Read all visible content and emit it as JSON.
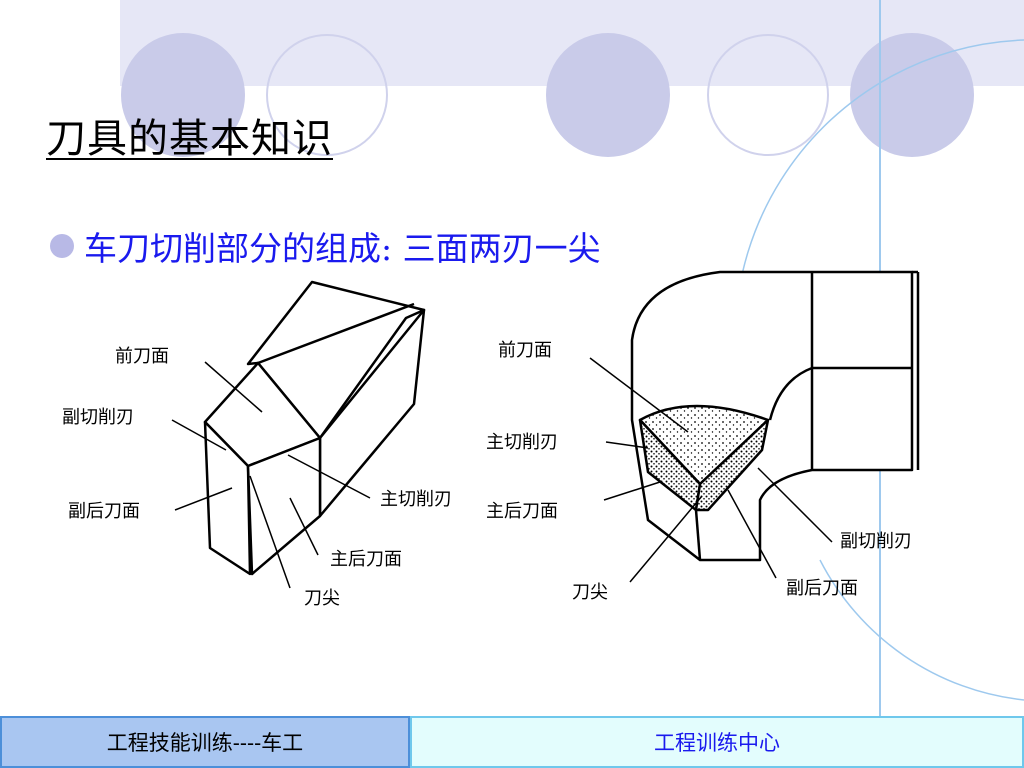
{
  "slide": {
    "title": "刀具的基本知识",
    "bullet": "车刀切削部分的组成: 三面两刃一尖"
  },
  "left_diagram": {
    "labels": {
      "rake_face": "前刀面",
      "minor_cutting_edge": "副切削刃",
      "minor_flank": "副后刀面",
      "major_cutting_edge": "主切削刃",
      "major_flank": "主后刀面",
      "tool_tip": "刀尖"
    }
  },
  "right_diagram": {
    "labels": {
      "rake_face": "前刀面",
      "major_cutting_edge": "主切削刃",
      "major_flank": "主后刀面",
      "tool_tip": "刀尖",
      "minor_cutting_edge": "副切削刃",
      "minor_flank": "副后刀面"
    }
  },
  "footer": {
    "left": "工程技能训练----车工",
    "right": "工程训练中心"
  },
  "colors": {
    "title": "#000000",
    "bullet_text": "#1a1aee",
    "bullet_dot": "#b8b9e6",
    "band": "#e6e7f6",
    "circle_fill": "#c9cbe9",
    "footer_left_bg": "#a9c6f1",
    "footer_right_bg": "#e3fdfd"
  }
}
